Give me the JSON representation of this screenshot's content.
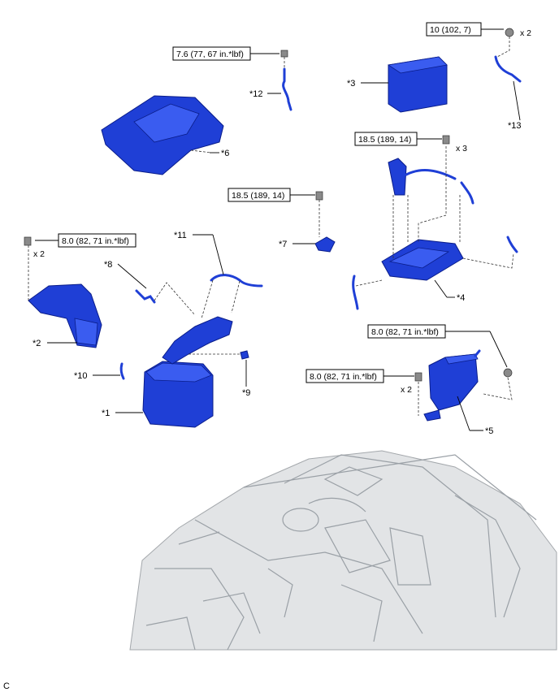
{
  "torque_specs": {
    "t_battery": "10 (102, 7)",
    "t_12": "7.6 (77, 67 in.*lbf)",
    "t_tray": "18.5 (189, 14)",
    "t_7": "18.5 (189, 14)",
    "t_2": "8.0 (82, 71 in.*lbf)",
    "t_5a": "8.0 (82, 71 in.*lbf)",
    "t_5b": "8.0 (82, 71 in.*lbf)"
  },
  "quantities": {
    "q_battery": "x 2",
    "q_tray": "x 3",
    "q_2": "x 2",
    "q_5": "x 2"
  },
  "parts": {
    "p1": "*1",
    "p2": "*2",
    "p3": "*3",
    "p4": "*4",
    "p5": "*5",
    "p6": "*6",
    "p7": "*7",
    "p8": "*8",
    "p9": "*9",
    "p10": "*10",
    "p11": "*11",
    "p12": "*12",
    "p13": "*13"
  },
  "corner_code": "C",
  "colors": {
    "part": "#1f3fd6",
    "engine": "#a4a8ac"
  }
}
